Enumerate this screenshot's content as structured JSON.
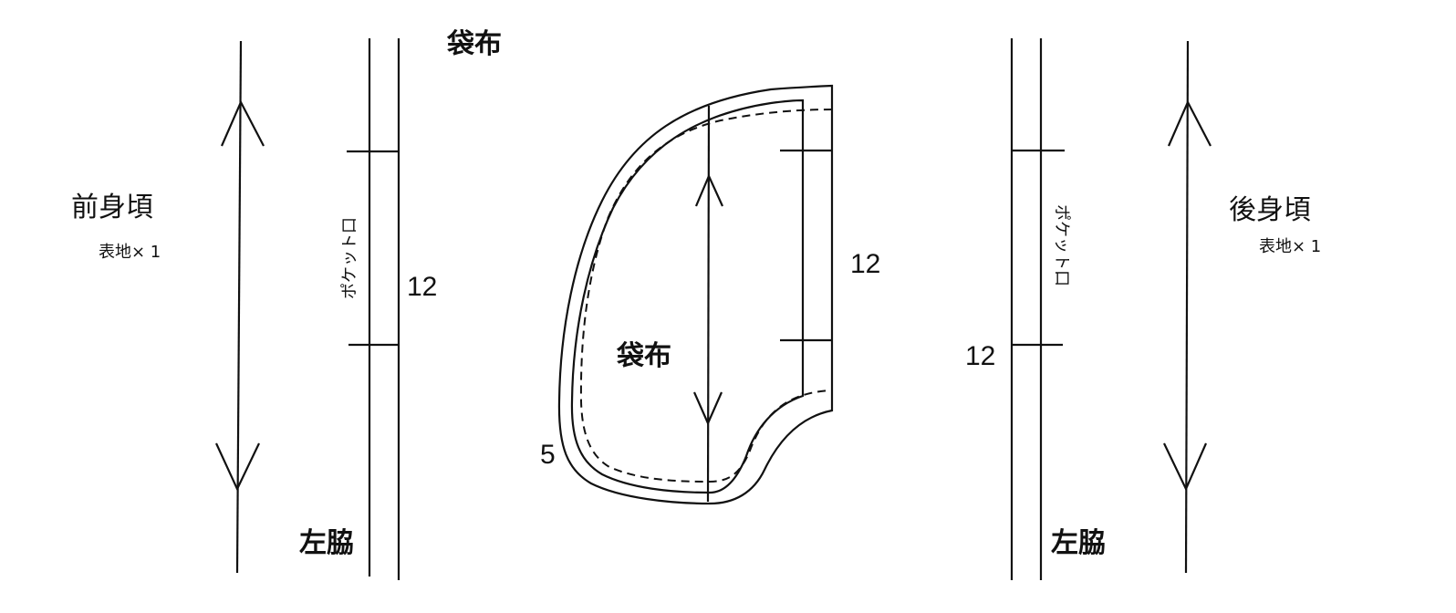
{
  "labels": {
    "top_pocket": "袋布",
    "front_body": "前身頃",
    "front_qty": "表地× 1",
    "back_body": "後身頃",
    "back_qty": "表地× 1",
    "pocket_opening_left": "ポケット口",
    "pocket_opening_right": "ポケット口",
    "pocket_bag": "袋布",
    "left_side_left": "左脇",
    "left_side_right": "左脇"
  },
  "dims": {
    "left_opening": "12",
    "pocket_bag_opening": "12",
    "right_opening": "12",
    "seam_allowance": "5"
  }
}
